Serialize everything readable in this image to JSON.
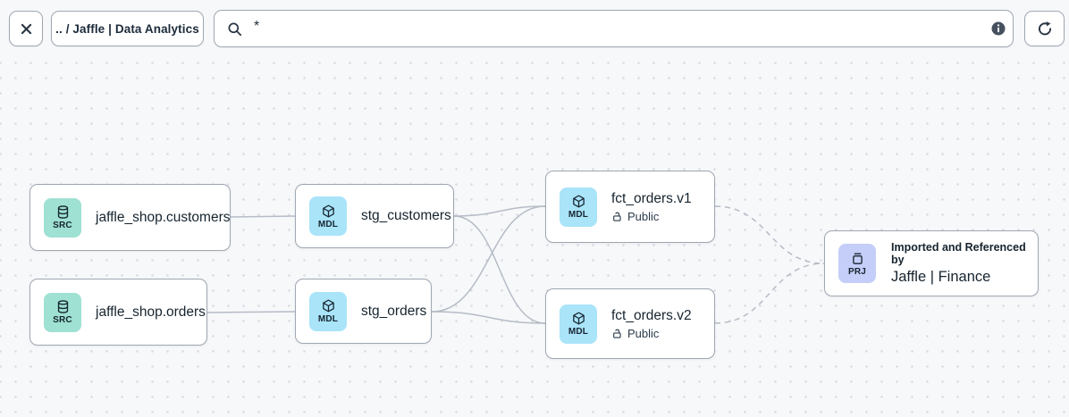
{
  "toolbar": {
    "breadcrumb": ".. / Jaffle | Data Analytics",
    "search": {
      "value": "*"
    },
    "icons": {
      "close": "close-x",
      "search": "magnifier",
      "info": "info-circle",
      "refresh": "refresh-arrow"
    }
  },
  "colors": {
    "canvas_bg": "#f7f8fa",
    "node_border": "#9ea7b2",
    "edge": "#b5bcc6",
    "text": "#16242f",
    "badge_src": "#9fe1d2",
    "badge_mdl": "#a9e4f9",
    "badge_prj": "#c4cef8"
  },
  "nodes": [
    {
      "id": "source-customers",
      "badge": "SRC",
      "icon": "database-icon",
      "title": "jaffle_shop.customers"
    },
    {
      "id": "source-orders",
      "badge": "SRC",
      "icon": "database-icon",
      "title": "jaffle_shop.orders"
    },
    {
      "id": "stg-customers",
      "badge": "MDL",
      "icon": "cube-icon",
      "title": "stg_customers"
    },
    {
      "id": "stg-orders",
      "badge": "MDL",
      "icon": "cube-icon",
      "title": "stg_orders"
    },
    {
      "id": "fct-orders-v1",
      "badge": "MDL",
      "icon": "cube-icon",
      "title": "fct_orders.v1",
      "access": "Public"
    },
    {
      "id": "fct-orders-v2",
      "badge": "MDL",
      "icon": "cube-icon",
      "title": "fct_orders.v2",
      "access": "Public"
    },
    {
      "id": "project-finance",
      "badge": "PRJ",
      "icon": "archive-icon",
      "subtitle": "Imported and Referenced by",
      "title": "Jaffle | Finance"
    }
  ],
  "edges": [
    {
      "from": "jaffle_shop.customers",
      "to": "stg_customers",
      "style": "solid"
    },
    {
      "from": "jaffle_shop.orders",
      "to": "stg_orders",
      "style": "solid"
    },
    {
      "from": "stg_customers",
      "to": "fct_orders.v1",
      "style": "solid"
    },
    {
      "from": "stg_customers",
      "to": "fct_orders.v2",
      "style": "solid"
    },
    {
      "from": "stg_orders",
      "to": "fct_orders.v1",
      "style": "solid"
    },
    {
      "from": "stg_orders",
      "to": "fct_orders.v2",
      "style": "solid"
    },
    {
      "from": "fct_orders.v1",
      "to": "Jaffle | Finance",
      "style": "dashed"
    },
    {
      "from": "fct_orders.v2",
      "to": "Jaffle | Finance",
      "style": "dashed"
    }
  ]
}
